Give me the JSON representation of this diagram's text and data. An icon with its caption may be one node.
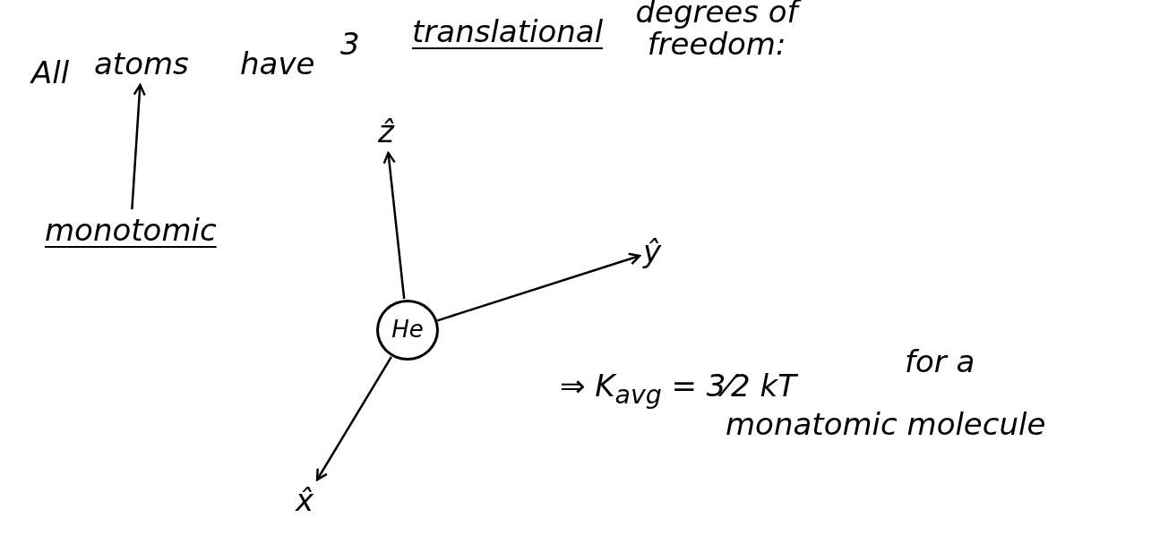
{
  "diagram": {
    "nodes": [
      {
        "text": [
          "atoms"
        ]
      },
      {
        "text": [
          "monotomic"
        ]
      },
      {
        "text": [
          "He"
        ]
      },
      {
        "text": [
          "ẑ"
        ]
      },
      {
        "text": [
          "ŷ"
        ]
      },
      {
        "text": [
          "x̂"
        ]
      }
    ],
    "edges": [
      {
        "from": 1,
        "to": 0,
        "arrow": "to"
      },
      {
        "from": 2,
        "to": 3,
        "arrow": "to"
      },
      {
        "from": 2,
        "to": 4,
        "arrow": "to"
      },
      {
        "from": 2,
        "to": 5,
        "arrow": "to"
      }
    ],
    "labels": [
      "All",
      "have",
      "3",
      "translational",
      "degrees of freedom:",
      "⇒ K$_{avg}$ = 3⁄2 kT",
      "for a",
      "monatomic molecule"
    ]
  }
}
